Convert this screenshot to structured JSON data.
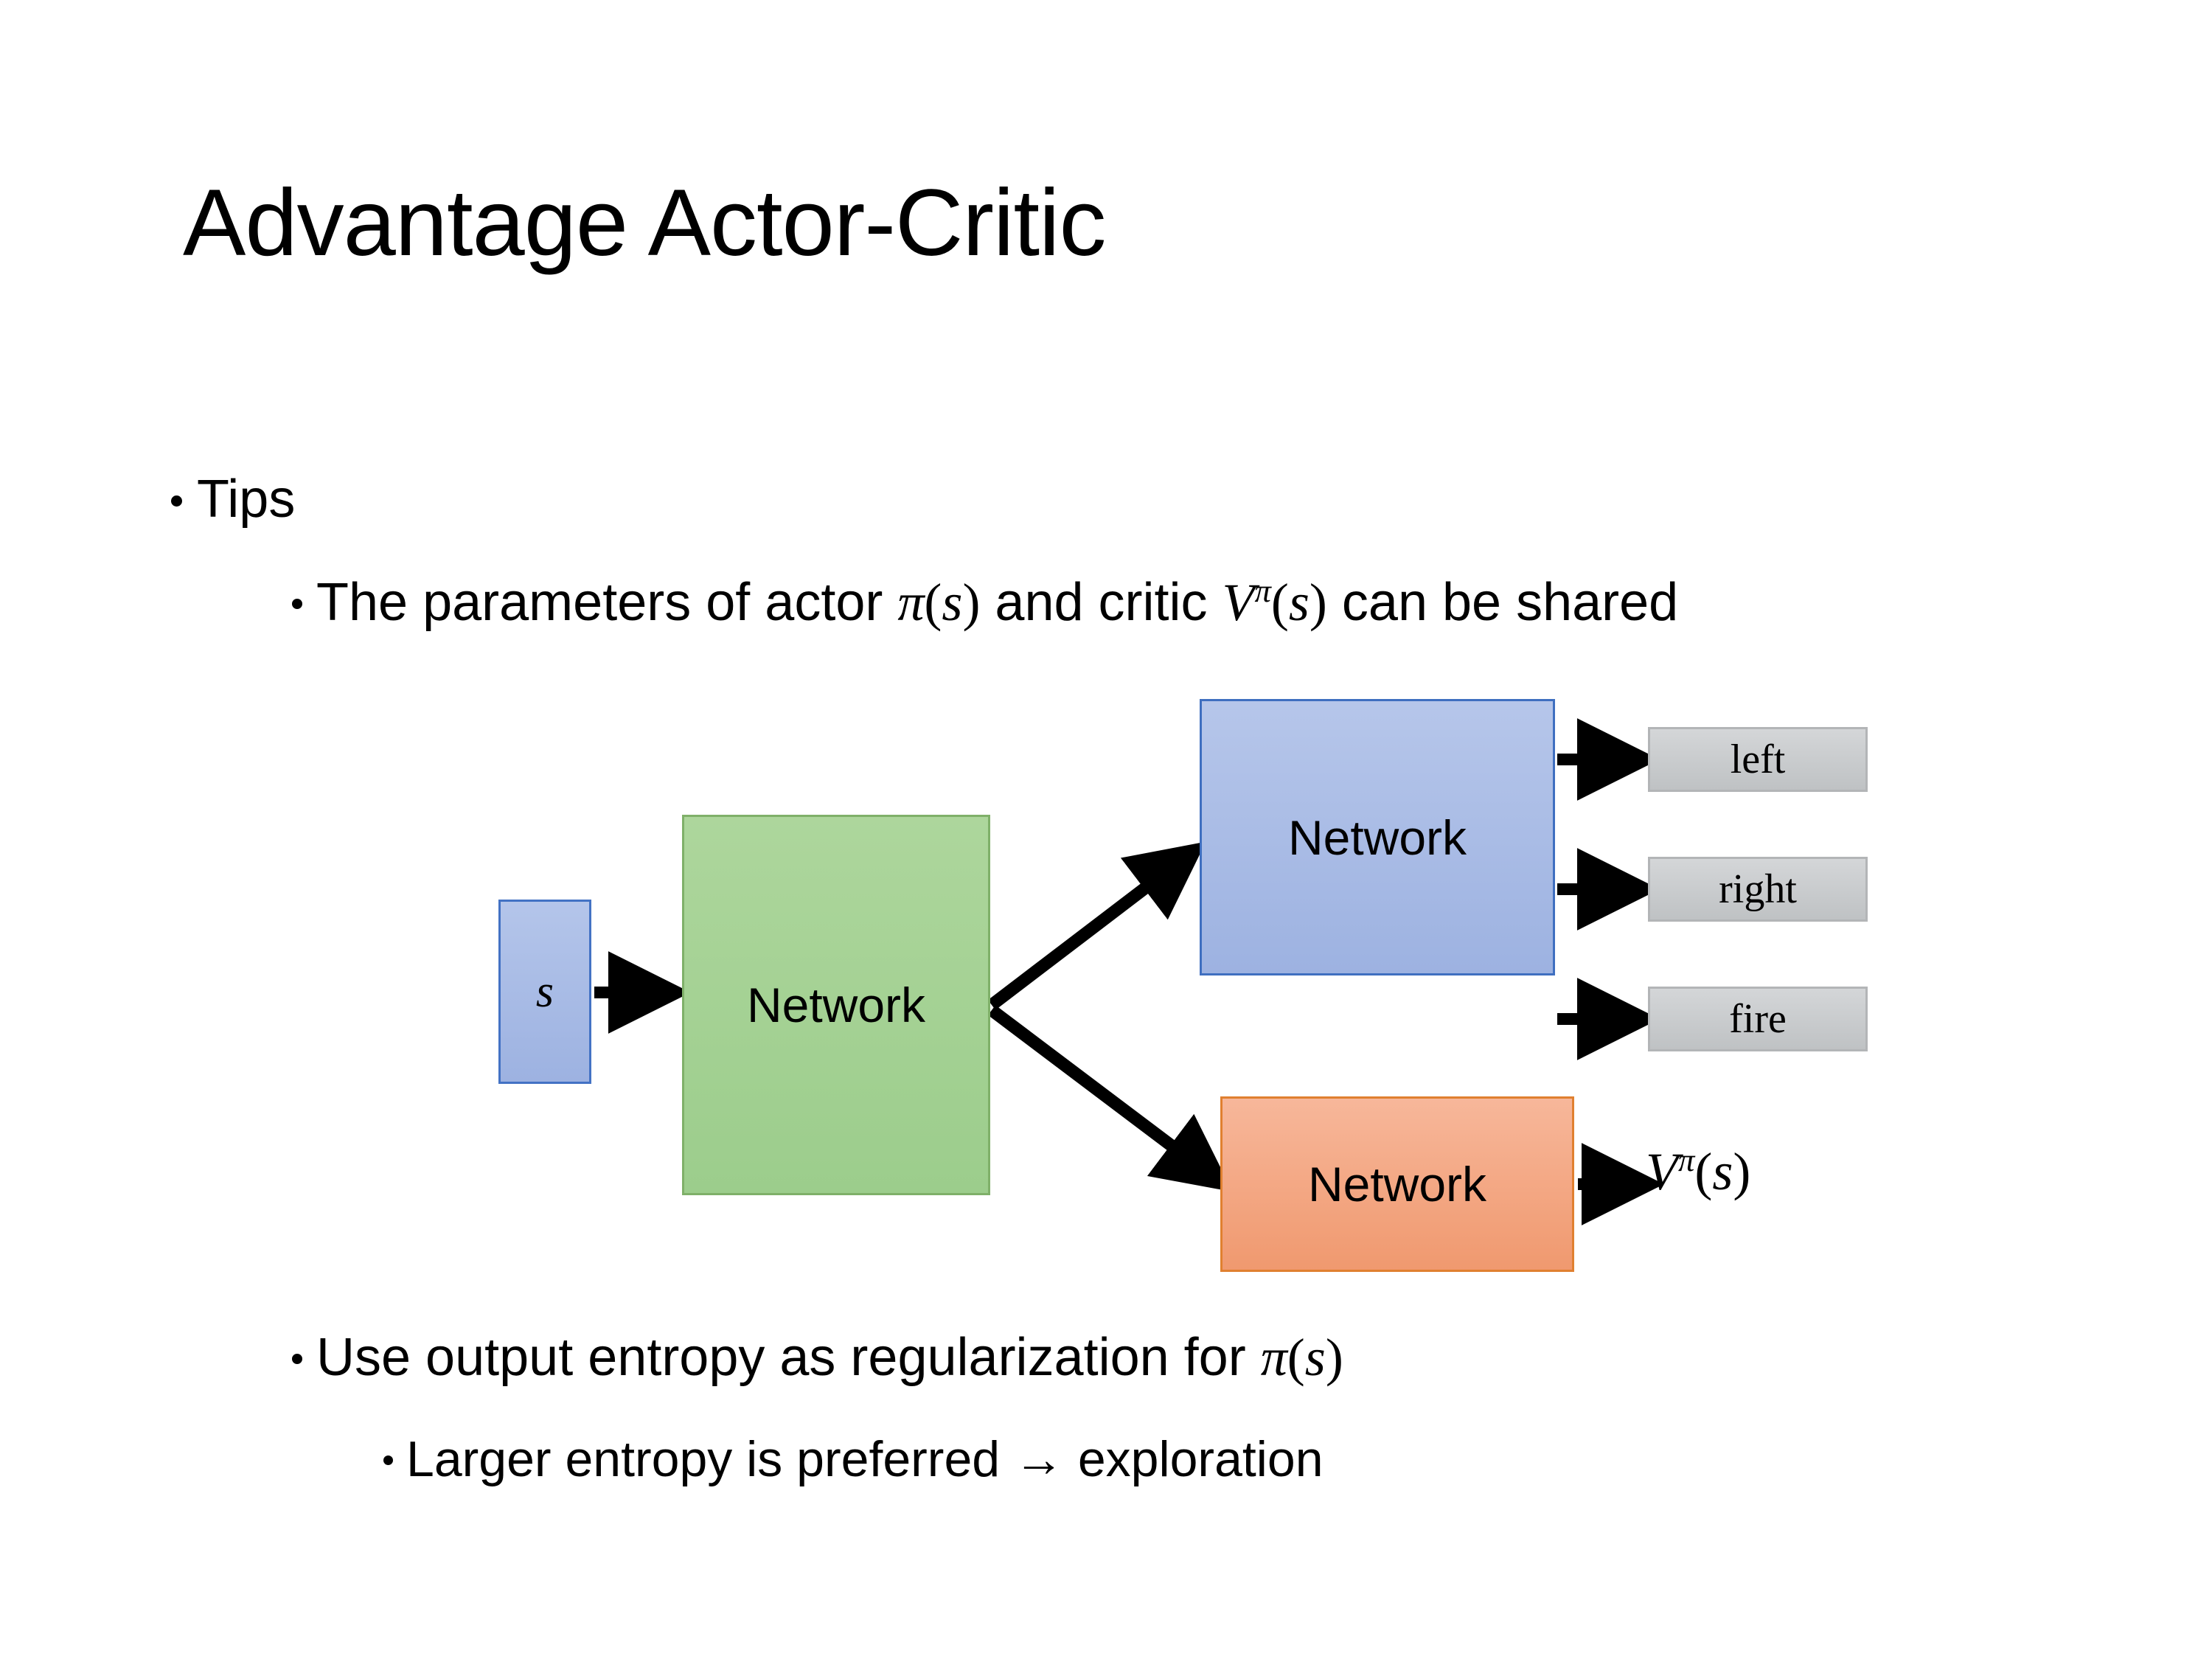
{
  "slide": {
    "title": "Advantage Actor-Critic"
  },
  "bullets": {
    "tips": "Tips",
    "parameters_pre": "The parameters of actor ",
    "parameters_actor_math": "π(s)",
    "parameters_mid": "  and critic ",
    "parameters_critic_math": "Vπ(s)",
    "parameters_post": " can be shared",
    "entropy_pre": "Use output entropy as regularization for ",
    "entropy_math": "π(s)",
    "exploration": "Larger entropy is preferred → exploration"
  },
  "diagram": {
    "state_label": "s",
    "shared_network_label": "Network",
    "actor_network_label": "Network",
    "critic_network_label": "Network",
    "actions": [
      {
        "label": "left"
      },
      {
        "label": "right"
      },
      {
        "label": "fire"
      }
    ],
    "critic_output": "Vπ(s)",
    "colors": {
      "state_fill": "#a9bce5",
      "state_border": "#4372c4",
      "shared_fill": "#a5d294",
      "shared_border": "#7fb069",
      "actor_fill": "#a9bce5",
      "actor_border": "#3f6fc0",
      "critic_fill": "#f4a784",
      "critic_border": "#e08030",
      "action_fill": "#c9cbcd",
      "action_border": "#b3b5b7",
      "arrow": "#000000",
      "background": "#ffffff",
      "text": "#000000"
    }
  }
}
